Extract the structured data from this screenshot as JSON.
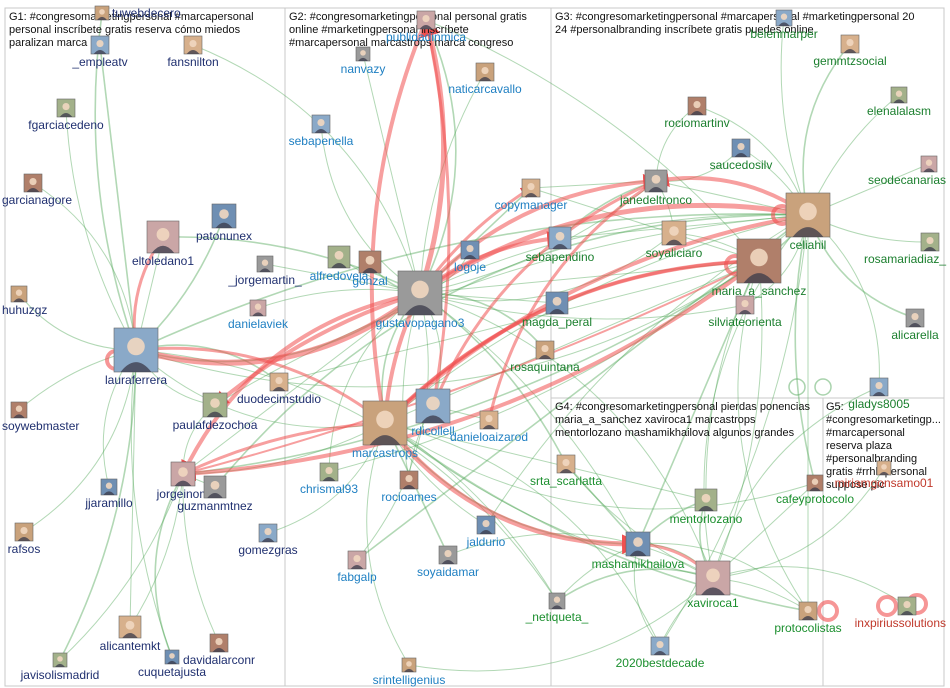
{
  "colors": {
    "g1": "#1f2f6f",
    "g2": "#1e7fc2",
    "g3": "#1b7f2e",
    "g4": "#1b8f2e",
    "g5": "#c0392b",
    "edge_green": "#54a85c",
    "edge_red": "#f05050"
  },
  "groups": [
    {
      "id": "G1",
      "lines": [
        "G1: #congresomarketingpersonal #marcapersonal",
        "personal inscríbete gratis reserva cómo miedos",
        "paralizan marca"
      ]
    },
    {
      "id": "G2",
      "lines": [
        "G2: #congresomarketingpersonal personal gratis",
        "online #marketingpersonal inscríbete",
        "#marcapersonal marcastrops marca congreso"
      ]
    },
    {
      "id": "G3",
      "lines": [
        "G3: #congresomarketingpersonal #marcapersonal #marketingpersonal 20",
        "24 #personalbranding inscríbete gratis puedes online"
      ]
    },
    {
      "id": "G4",
      "lines": [
        "G4: #congresomarketingpersonal pierdas ponencias",
        "maria_a_sanchez xaviroca1 marcastrops",
        "mentorlozano mashamikhailova algunos grandes"
      ]
    },
    {
      "id": "G5",
      "lines": [
        "G5:",
        "#congresomarketingp...",
        "#marcapersonal",
        "reserva plaza",
        "#personalbranding",
        "gratis #rrhh personal",
        "suppose pic"
      ]
    }
  ],
  "nodes": [
    {
      "label": "tuwebdecero",
      "g": "g1"
    },
    {
      "label": "_empleatv",
      "g": "g1"
    },
    {
      "label": "fansnilton",
      "g": "g1"
    },
    {
      "label": "fgarciacedeno",
      "g": "g1"
    },
    {
      "label": "garcianagore",
      "g": "g1"
    },
    {
      "label": "patonunex",
      "g": "g1"
    },
    {
      "label": "eltoledano1",
      "g": "g1"
    },
    {
      "label": "_jorgemartin_",
      "g": "g1"
    },
    {
      "label": "huhuzgz",
      "g": "g1"
    },
    {
      "label": "lauraferrera",
      "g": "g1"
    },
    {
      "label": "duodecimstudio",
      "g": "g1"
    },
    {
      "label": "paulafdezochoa",
      "g": "g1"
    },
    {
      "label": "soywebmaster",
      "g": "g1"
    },
    {
      "label": "jjaramillo",
      "g": "g1"
    },
    {
      "label": "jorgeinom",
      "g": "g1"
    },
    {
      "label": "guzmanmtnez",
      "g": "g1"
    },
    {
      "label": "rafsos",
      "g": "g1"
    },
    {
      "label": "gomezgras",
      "g": "g1"
    },
    {
      "label": "alicantemkt",
      "g": "g1"
    },
    {
      "label": "javisolismadrid",
      "g": "g1"
    },
    {
      "label": "davidalarconr",
      "g": "g1"
    },
    {
      "label": "cuquetajusta",
      "g": "g1"
    },
    {
      "label": "publidadinmica",
      "g": "g2"
    },
    {
      "label": "nanvazy",
      "g": "g2"
    },
    {
      "label": "naticarcavallo",
      "g": "g2"
    },
    {
      "label": "sebapenella",
      "g": "g2"
    },
    {
      "label": "copymanager",
      "g": "g2"
    },
    {
      "label": "alfredovela",
      "g": "g2"
    },
    {
      "label": "gonzal",
      "g": "g2"
    },
    {
      "label": "logoje",
      "g": "g2"
    },
    {
      "label": "danielaviek",
      "g": "g2"
    },
    {
      "label": "gustavopagano3",
      "g": "g2"
    },
    {
      "label": "marcastrops",
      "g": "g2"
    },
    {
      "label": "rdicollell",
      "g": "g2"
    },
    {
      "label": "danieloaizarod",
      "g": "g2"
    },
    {
      "label": "chrismal93",
      "g": "g2"
    },
    {
      "label": "rocioames",
      "g": "g2"
    },
    {
      "label": "jaldurio",
      "g": "g2"
    },
    {
      "label": "fabgalp",
      "g": "g2"
    },
    {
      "label": "soyaidamar",
      "g": "g2"
    },
    {
      "label": "srintelligenius",
      "g": "g2"
    },
    {
      "label": "belenmarper",
      "g": "g3"
    },
    {
      "label": "gemmtzsocial",
      "g": "g3"
    },
    {
      "label": "elenalalasm",
      "g": "g3"
    },
    {
      "label": "rociomartinv",
      "g": "g3"
    },
    {
      "label": "saucedosilv",
      "g": "g3"
    },
    {
      "label": "seodecanarias",
      "g": "g3"
    },
    {
      "label": "janedeltronco",
      "g": "g3"
    },
    {
      "label": "celiahil",
      "g": "g3"
    },
    {
      "label": "sebapendino",
      "g": "g3"
    },
    {
      "label": "soyaliciaro",
      "g": "g3"
    },
    {
      "label": "rosamariadiaz_",
      "g": "g3"
    },
    {
      "label": "maria_a_sanchez",
      "g": "g3"
    },
    {
      "label": "magda_peral",
      "g": "g3"
    },
    {
      "label": "silviateorienta",
      "g": "g3"
    },
    {
      "label": "alicarella",
      "g": "g3"
    },
    {
      "label": "rosaquintana",
      "g": "g3"
    },
    {
      "label": "gladys8005",
      "g": "g3"
    },
    {
      "label": "srta_scarlatta",
      "g": "g4"
    },
    {
      "label": "mentorlozano",
      "g": "g4"
    },
    {
      "label": "cafeyprotocolo",
      "g": "g4"
    },
    {
      "label": "mashamikhailova",
      "g": "g4"
    },
    {
      "label": "xaviroca1",
      "g": "g4"
    },
    {
      "label": "_netiqueta_",
      "g": "g4"
    },
    {
      "label": "protocolistas",
      "g": "g4"
    },
    {
      "label": "2020bestdecade",
      "g": "g4"
    },
    {
      "label": "miriamgonsamo01",
      "g": "g5"
    },
    {
      "label": "inxpiriussolutions",
      "g": "g5"
    }
  ]
}
